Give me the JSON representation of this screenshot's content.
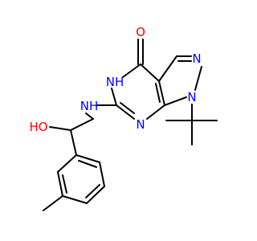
{
  "molecule": {
    "atoms": {
      "o_carbonyl": {
        "label": "O",
        "color": "#ff0000"
      },
      "nh_ring": {
        "label": "NH",
        "color": "#0000ff"
      },
      "n_pyrazole_top": {
        "label": "N",
        "color": "#0000ff"
      },
      "n_pyrazole_tbu": {
        "label": "N",
        "color": "#0000ff"
      },
      "n_pyrimidine": {
        "label": "N",
        "color": "#0000ff"
      },
      "nh_amine": {
        "label": "NH",
        "color": "#0000ff"
      },
      "o_hydroxyl": {
        "label": "HO",
        "color": "#ff0000"
      }
    }
  }
}
